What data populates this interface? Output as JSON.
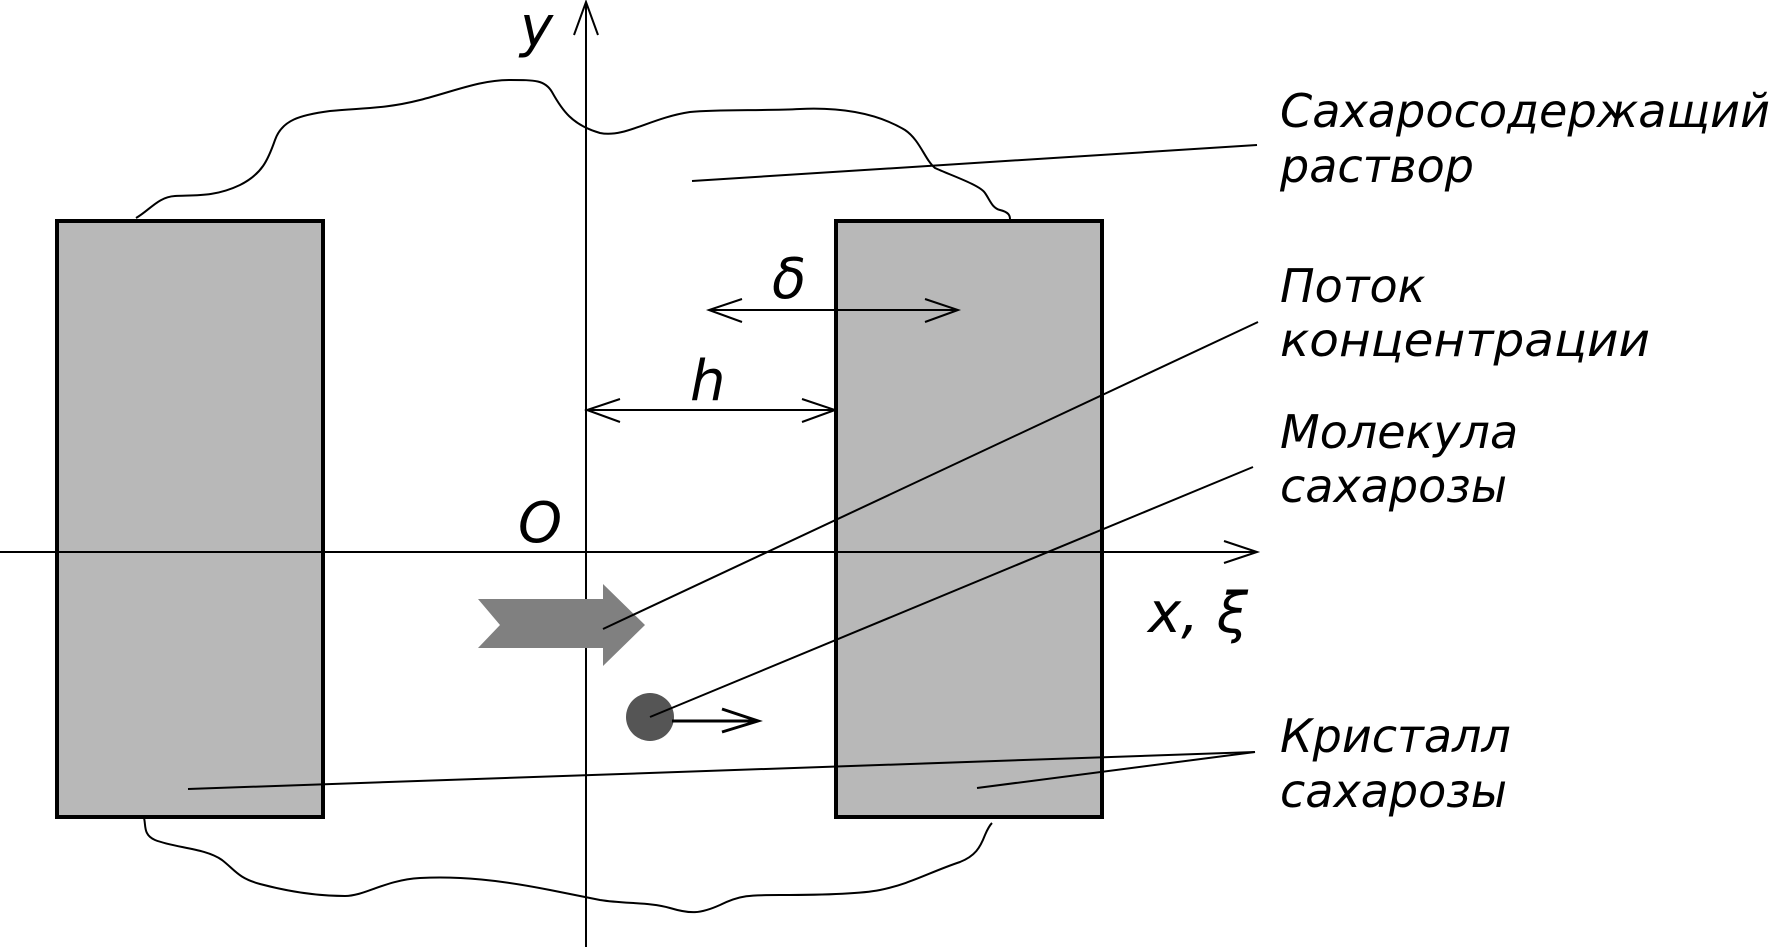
{
  "diagram": {
    "title": "Sucrose crystals in sugar-containing solution",
    "axes": {
      "y_label": "y",
      "x_label": "x, ξ",
      "origin_label": "O"
    },
    "dimensions": {
      "delta_label": "δ",
      "h_label": "h"
    },
    "callouts": [
      {
        "id": "solution",
        "lines": [
          "Сахаросодержащий",
          "раствор"
        ]
      },
      {
        "id": "flux",
        "lines": [
          "Поток",
          "концентрации"
        ]
      },
      {
        "id": "molecule",
        "lines": [
          "Молекула",
          "сахарозы"
        ]
      },
      {
        "id": "crystal",
        "lines": [
          "Кристалл",
          "сахарозы"
        ]
      }
    ],
    "colors": {
      "crystal_fill": "#b8b8b8",
      "flux_arrow": "#808080",
      "molecule": "#555555",
      "stroke": "#000000"
    }
  }
}
